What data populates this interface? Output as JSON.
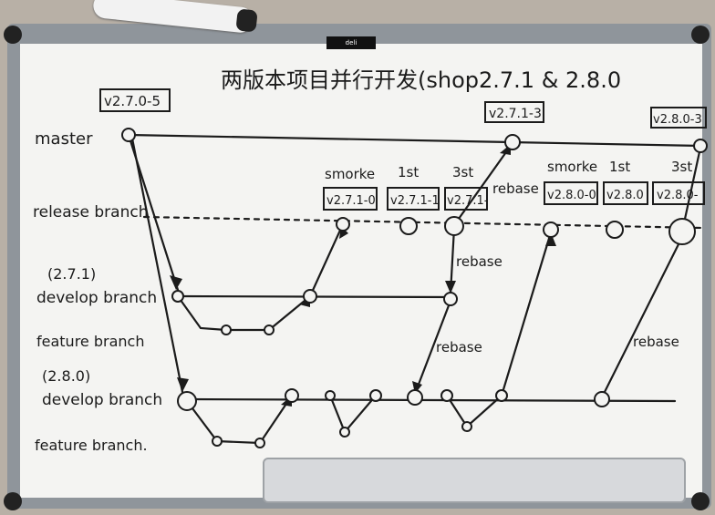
{
  "title": "两版本项目并行开发(shop2.7.1 & 2.8.0",
  "brand": "deli",
  "labels": {
    "master": "master",
    "release": "release branch",
    "develop_271_ver": "(2.7.1)",
    "develop_271": "develop branch",
    "feature1": "feature branch",
    "develop_280_ver": "(2.8.0)",
    "develop_280": "develop branch",
    "feature2": "feature branch."
  },
  "tags": {
    "master_start": "v2.7.0-5",
    "master_mid": "v2.7.1-3",
    "master_end": "v2.8.0-3",
    "r1": "v2.7.1-0",
    "r2": "v2.7.1-1",
    "r3": "v2.7.1-",
    "r4": "v2.8.0-0",
    "r5": "v2.8.0",
    "r6": "v2.8.0-"
  },
  "stage_labels": {
    "smoke1": "smorke",
    "first1": "1st",
    "third1": "3st",
    "smoke2": "smorke",
    "first2": "1st",
    "third2": "3st"
  },
  "rebase_labels": {
    "rb1": "rebase",
    "rb2": "rebase",
    "rb3": "rebase",
    "rb4": "rebase"
  },
  "colors": {
    "ink": "#1b1b1b",
    "board": "#f4f4f2",
    "frame": "#8f959b"
  }
}
